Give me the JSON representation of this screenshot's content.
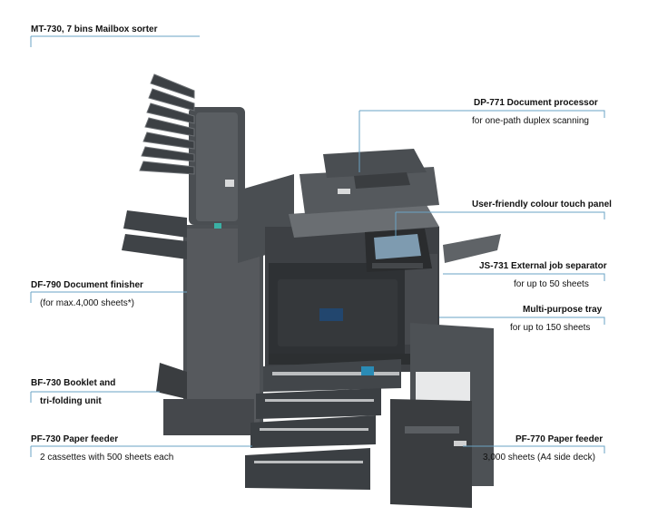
{
  "callouts": {
    "mt730": {
      "title": "MT-730, 7 bins Mailbox sorter"
    },
    "dp771": {
      "title": "DP-771 Document  processor",
      "sub": "for one-path duplex scanning"
    },
    "touch": {
      "title": "User-friendly colour touch panel"
    },
    "js731": {
      "title": "JS-731 External job separator",
      "sub": "for up to 50 sheets"
    },
    "mpt": {
      "title": "Multi-purpose tray",
      "sub": "for up to 150 sheets"
    },
    "df790": {
      "title": "DF-790 Document finisher",
      "sub": "(for max.4,000 sheets*)"
    },
    "bf730": {
      "title": "BF-730 Booklet and",
      "sub": "tri-folding unit"
    },
    "pf730": {
      "title": "PF-730 Paper feeder",
      "sub": "2 cassettes with 500 sheets each"
    },
    "pf770": {
      "title": "PF-770 Paper feeder",
      "sub": "3,000 sheets (A4 side deck)"
    }
  },
  "colors": {
    "callout_line": "#6aa3c4",
    "body_dark": "#3a3d40",
    "body_mid": "#55595d",
    "body_light": "#8a8e92"
  }
}
